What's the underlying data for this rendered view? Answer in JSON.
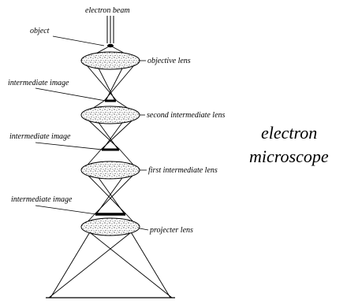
{
  "title": {
    "line1": "electron",
    "line2": "microscope"
  },
  "labels": {
    "electron_beam": "electron beam",
    "object": "object",
    "objective_lens": "objective lens",
    "intermediate_image_1": "intermediate image",
    "second_intermediate_lens": "second intermediate lens",
    "intermediate_image_2": "intermediate image",
    "first_intermediate_lens": "first intermediate lens",
    "intermediate_image_3": "intermediate image",
    "projecter_lens": "projecter lens"
  },
  "colors": {
    "ink": "#000000",
    "lens_fill": "#ffffff",
    "background": "#ffffff"
  }
}
